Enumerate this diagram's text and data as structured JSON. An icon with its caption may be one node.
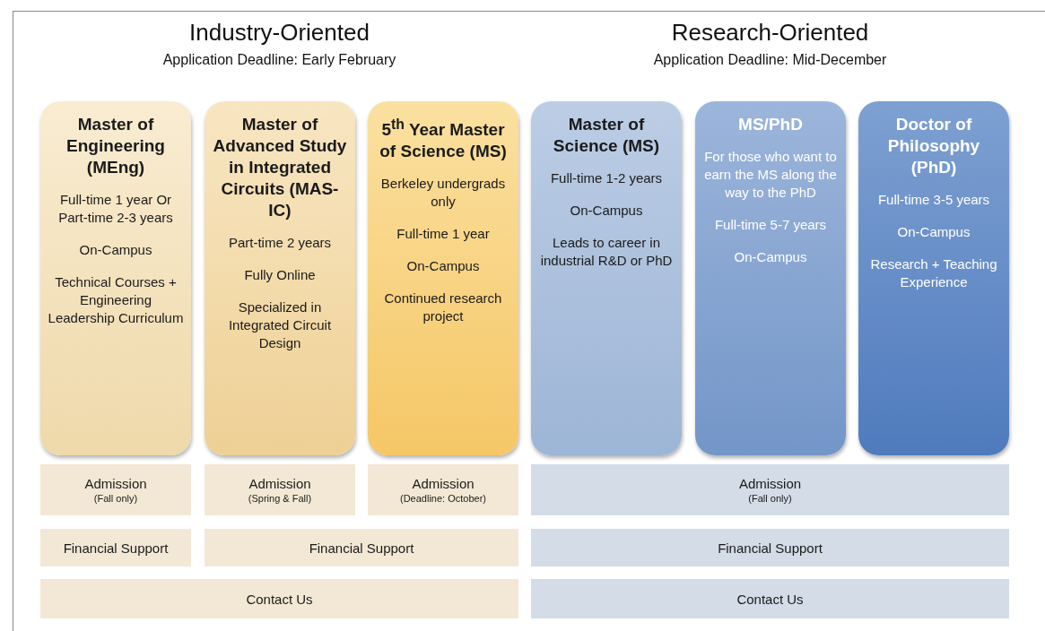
{
  "diagram": {
    "nodes": [
      {
        "text": [
          "Master of Engineering (MEng)",
          "Full-time 1 year Or Part-time 2-3 years",
          "On-Campus",
          "Technical Courses + Engineering Leadership Curriculum"
        ]
      },
      {
        "text": [
          "Master of Advanced Study in Integrated Circuits (MAS-IC)",
          "Part-time 2 years",
          "Fully Online",
          "Specialized in Integrated Circuit Design"
        ]
      },
      {
        "text": [
          "5$^{th}$ Year Master of Science (MS)",
          "Berkeley undergrads only",
          "Full-time 1 year",
          "On-Campus",
          "Continued research project"
        ]
      },
      {
        "text": [
          "Master of Science (MS)",
          "Full-time 1-2 years",
          "On-Campus",
          "Leads to career in industrial R&D or PhD"
        ]
      },
      {
        "text": [
          "MS/PhD",
          "For those who want to earn the MS along the way to the PhD",
          "Full-time 5-7 years",
          "On-Campus"
        ]
      },
      {
        "text": [
          "Doctor of Philosophy (PhD)",
          "Full-time 3-5 years",
          "On-Campus",
          "Research + Teaching Experience"
        ]
      },
      {
        "text": [
          "Admission",
          "(Fall only)"
        ]
      },
      {
        "text": [
          "Admission",
          "(Spring & Fall)"
        ]
      },
      {
        "text": [
          "Admission",
          "(Deadline: October)"
        ]
      },
      {
        "text": [
          "Admission",
          "(Fall only)"
        ]
      },
      {
        "text": [
          "Financial Support"
        ]
      },
      {
        "text": [
          "Financial Support"
        ]
      },
      {
        "text": [
          "Financial Support"
        ]
      },
      {
        "text": [
          "Contact Us"
        ]
      },
      {
        "text": [
          "Contact Us"
        ]
      }
    ],
    "labels": [
      "Industry-Oriented",
      "Application Deadline: Early February",
      "Research-Oriented",
      "Application Deadline: Mid-December"
    ]
  }
}
